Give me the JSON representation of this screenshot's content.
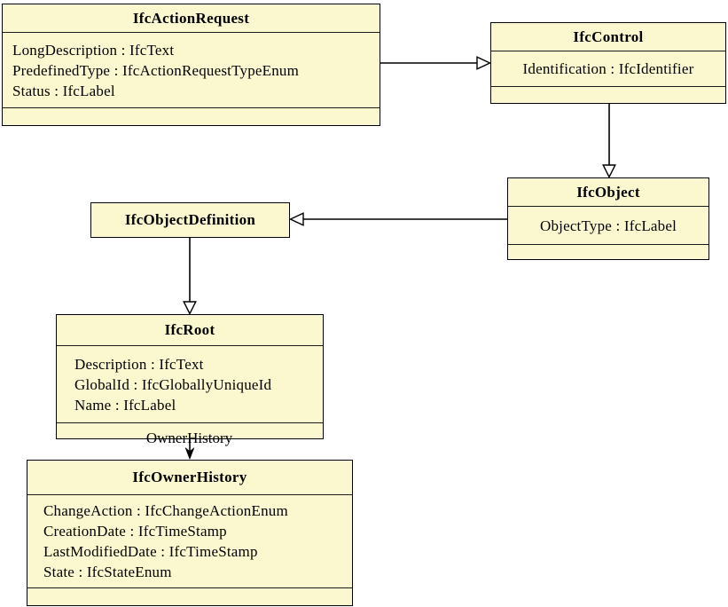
{
  "diagram": {
    "colors": {
      "box_fill": "#FBF8D0",
      "border": "#000000",
      "background": "#FFFFFF"
    },
    "classes": [
      {
        "name": "IfcActionRequest",
        "attributes": [
          "LongDescription : IfcText",
          "PredefinedType : IfcActionRequestTypeEnum",
          "Status : IfcLabel"
        ]
      },
      {
        "name": "IfcControl",
        "attributes": [
          "Identification : IfcIdentifier"
        ]
      },
      {
        "name": "IfcObject",
        "attributes": [
          "ObjectType : IfcLabel"
        ]
      },
      {
        "name": "IfcObjectDefinition",
        "attributes": []
      },
      {
        "name": "IfcRoot",
        "attributes": [
          "Description : IfcText",
          "GlobalId : IfcGloballyUniqueId",
          "Name : IfcLabel"
        ]
      },
      {
        "name": "IfcOwnerHistory",
        "attributes": [
          "ChangeAction : IfcChangeActionEnum",
          "CreationDate : IfcTimeStamp",
          "LastModifiedDate : IfcTimeStamp",
          "State : IfcStateEnum"
        ]
      }
    ],
    "edges": [
      {
        "from": "IfcActionRequest",
        "to": "IfcControl",
        "type": "generalization",
        "label": ""
      },
      {
        "from": "IfcControl",
        "to": "IfcObject",
        "type": "generalization",
        "label": ""
      },
      {
        "from": "IfcObject",
        "to": "IfcObjectDefinition",
        "type": "generalization",
        "label": ""
      },
      {
        "from": "IfcObjectDefinition",
        "to": "IfcRoot",
        "type": "generalization",
        "label": ""
      },
      {
        "from": "IfcRoot",
        "to": "IfcOwnerHistory",
        "type": "association",
        "label": "OwnerHistory"
      }
    ]
  }
}
